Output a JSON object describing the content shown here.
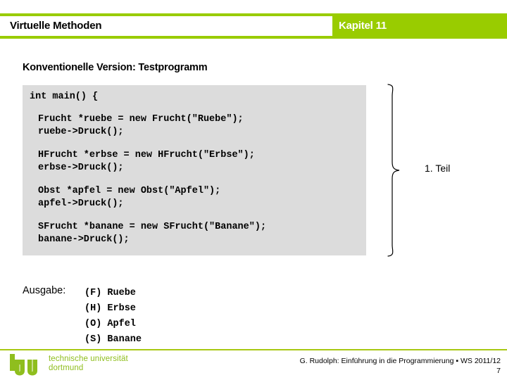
{
  "header": {
    "title": "Virtuelle Methoden",
    "chapter": "Kapitel 11",
    "bar_color": "#99CC00",
    "title_color": "#000000",
    "chapter_color": "#FFFFFF"
  },
  "section": {
    "heading": "Konventionelle Version: Testprogramm"
  },
  "code": {
    "background_color": "#DCDCDC",
    "first_line": "int main() {",
    "groups": [
      "Frucht *ruebe = new Frucht(\"Ruebe\");\nruebe->Druck();",
      "HFrucht *erbse = new HFrucht(\"Erbse\");\nerbse->Druck();",
      "Obst *apfel = new Obst(\"Apfel\");\napfel->Druck();",
      "SFrucht *banane = new SFrucht(\"Banane\");\nbanane->Druck();"
    ]
  },
  "annotation": {
    "brace_label": "1. Teil"
  },
  "output": {
    "label": "Ausgabe:",
    "rows": [
      "(F) Ruebe",
      "(H) Erbse",
      "(O) Apfel",
      "(S) Banane"
    ]
  },
  "footer": {
    "rule_color": "#A8C813",
    "logo_mark": "tu",
    "logo_line1": "technische universität",
    "logo_line2": "dortmund",
    "logo_color": "#8FBE1E",
    "credit": "G. Rudolph: Einführung in die Programmierung ▪ WS 2011/12",
    "page_number": "7"
  }
}
